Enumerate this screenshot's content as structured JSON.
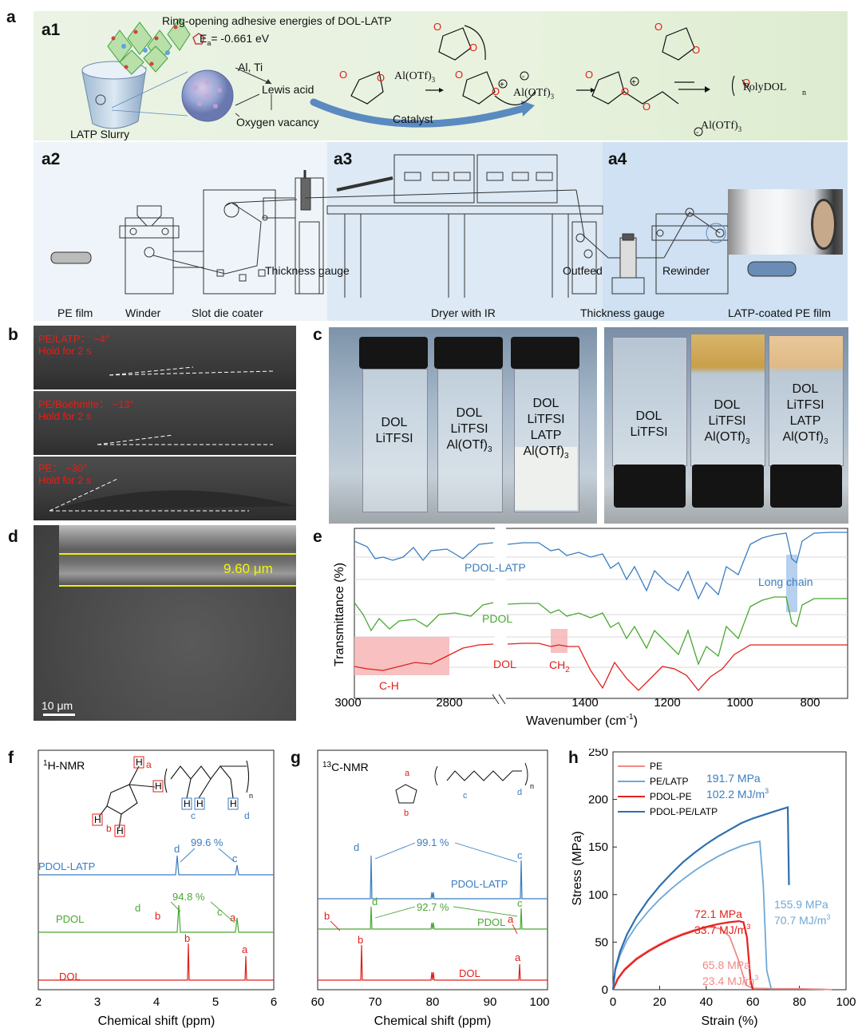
{
  "panel_labels": {
    "a": "a",
    "a1": "a1",
    "a2": "a2",
    "a3": "a3",
    "a4": "a4",
    "b": "b",
    "c": "c",
    "d": "d",
    "e": "e",
    "f": "f",
    "g": "g",
    "h": "h"
  },
  "a1": {
    "title": "Ring-opening adhesive energies of DOL-LATP",
    "ea_prefix": "E",
    "ea_sub": "a",
    "ea_value": "= -0.661 eV",
    "slurry": "LATP Slurry",
    "al_ti": "Al, Ti",
    "lewis": "Lewis acid",
    "oxvac": "Oxygen vacancy",
    "catalyst": "Catalyst",
    "alotf1": "Al(OTf)",
    "alotf_sub": "3",
    "polydol": "PolyDOL",
    "n": "n"
  },
  "a2": {
    "pe_film": "PE film",
    "winder": "Winder",
    "slot": "Slot die coater",
    "thick1": "Thickness gauge"
  },
  "a3": {
    "dryer": "Dryer with IR"
  },
  "a4": {
    "outfeed": "Outfeed",
    "rewinder": "Rewinder",
    "thick2": "Thickness gauge",
    "latp_pe": "LATP-coated PE film"
  },
  "b": {
    "r1l1": "PE/LATP： ~4°",
    "r1l2": "Hold for 2 s",
    "r2l1": "PE/Boehmite： ~13°",
    "r2l2": "Hold for 2 s",
    "r3l1": "PE： ~30°",
    "r3l2": "Hold for 2 s"
  },
  "c": {
    "v1l1": "DOL",
    "v1l2": "LiTFSI",
    "v2l1": "DOL",
    "v2l2": "LiTFSI",
    "v2l3": "Al(OTf)",
    "v2sub": "3",
    "v3l1": "DOL",
    "v3l2": "LiTFSI",
    "v3l3": "LATP",
    "v3l4": "Al(OTf)",
    "v3sub": "3"
  },
  "d": {
    "thickness": "9.60 μm",
    "scale": "10 μm"
  },
  "e": {
    "ylabel": "Transmittance (%)",
    "xlabel": "Wavenumber (cm",
    "xlabel_sup": "-1",
    "xlabel_end": ")",
    "xticks": [
      "3000",
      "2800",
      "1400",
      "1200",
      "1000",
      "800"
    ],
    "series": [
      {
        "name": "PDOL-LATP",
        "color": "#3a7dbf"
      },
      {
        "name": "PDOL",
        "color": "#4aa833"
      },
      {
        "name": "DOL",
        "color": "#e0201a"
      }
    ],
    "ann_long": "Long chain",
    "ann_ch": "C-H",
    "ann_ch2": "CH",
    "ann_ch2_sub": "2"
  },
  "f": {
    "title_sup": "1",
    "title": "H-NMR",
    "xlabel": "Chemical shift (ppm)",
    "xticks": [
      "2",
      "3",
      "4",
      "5",
      "6"
    ],
    "series": [
      "PDOL-LATP",
      "PDOL",
      "DOL"
    ],
    "pct1": "99.6 %",
    "pct2": "94.8 %",
    "peak_labels": [
      "a",
      "b",
      "c",
      "d",
      "H",
      "n"
    ]
  },
  "g": {
    "title_sup": "13",
    "title": "C-NMR",
    "xlabel": "Chemical shift (ppm)",
    "xticks": [
      "60",
      "70",
      "80",
      "90",
      "100"
    ],
    "series": [
      "PDOL-LATP",
      "PDOL",
      "DOL"
    ],
    "pct1": "99.1 %",
    "pct2": "92.7 %",
    "peak_labels": [
      "a",
      "b",
      "c",
      "d",
      "n"
    ]
  },
  "chart_data": {
    "type": "line",
    "xlabel": "Strain (%)",
    "ylabel": "Stress (MPa)",
    "xlim": [
      0,
      100
    ],
    "ylim": [
      0,
      250
    ],
    "xticks": [
      0,
      20,
      40,
      60,
      80,
      100
    ],
    "yticks": [
      0,
      50,
      100,
      150,
      200,
      250
    ],
    "legend_position": "top-left",
    "series": [
      {
        "name": "PE",
        "color": "#f08a86",
        "x": [
          0,
          2,
          5,
          10,
          15,
          20,
          25,
          30,
          35,
          40,
          43,
          46,
          50,
          54,
          57,
          60,
          70,
          80,
          90,
          94
        ],
        "y": [
          0,
          12,
          22,
          33,
          41,
          48,
          54,
          59,
          63,
          65.5,
          65.8,
          64,
          56,
          30,
          5,
          1.5,
          1,
          1,
          0.5,
          0
        ]
      },
      {
        "name": "PE/LATP",
        "color": "#6fa8d6",
        "x": [
          0,
          1,
          3,
          6,
          10,
          15,
          20,
          25,
          30,
          35,
          40,
          45,
          50,
          55,
          60,
          63,
          64.5,
          66,
          68
        ],
        "y": [
          0,
          20,
          36,
          52,
          67,
          82,
          95,
          106,
          116,
          125,
          133,
          140,
          146,
          151,
          154.5,
          155.9,
          110,
          20,
          0
        ]
      },
      {
        "name": "PDOL-PE",
        "color": "#e8201c",
        "x": [
          0,
          2,
          5,
          10,
          15,
          20,
          25,
          30,
          35,
          40,
          45,
          50,
          54,
          56,
          57.5,
          59,
          60
        ],
        "y": [
          0,
          11,
          21,
          32,
          40,
          47,
          53,
          58,
          62,
          66,
          69,
          71,
          72.1,
          71,
          55,
          10,
          0
        ]
      },
      {
        "name": "PDOL-PE/LATP",
        "color": "#2f6fb0",
        "x": [
          0,
          1,
          3,
          6,
          10,
          15,
          20,
          25,
          30,
          35,
          40,
          45,
          50,
          55,
          60,
          65,
          70,
          75,
          75.5
        ],
        "y": [
          0,
          22,
          40,
          58,
          76,
          94,
          109,
          122,
          134,
          144,
          153,
          161,
          168,
          175,
          180,
          184,
          188,
          191.7,
          110
        ]
      }
    ],
    "annotations": [
      {
        "text": "191.7 MPa",
        "color": "#3a7dbf"
      },
      {
        "text": "102.2 MJ/m",
        "sup": "3",
        "color": "#3a7dbf"
      },
      {
        "text": "155.9 MPa",
        "color": "#6fa8d6"
      },
      {
        "text": "70.7 MJ/m",
        "sup": "3",
        "color": "#6fa8d6"
      },
      {
        "text": "72.1 MPa",
        "color": "#e0201a"
      },
      {
        "text": "33.7 MJ/m",
        "sup": "3",
        "color": "#e0201a"
      },
      {
        "text": "65.8 MPa",
        "color": "#f08a86"
      },
      {
        "text": "23.4 MJ/m",
        "sup": "3",
        "color": "#f08a86"
      }
    ]
  }
}
